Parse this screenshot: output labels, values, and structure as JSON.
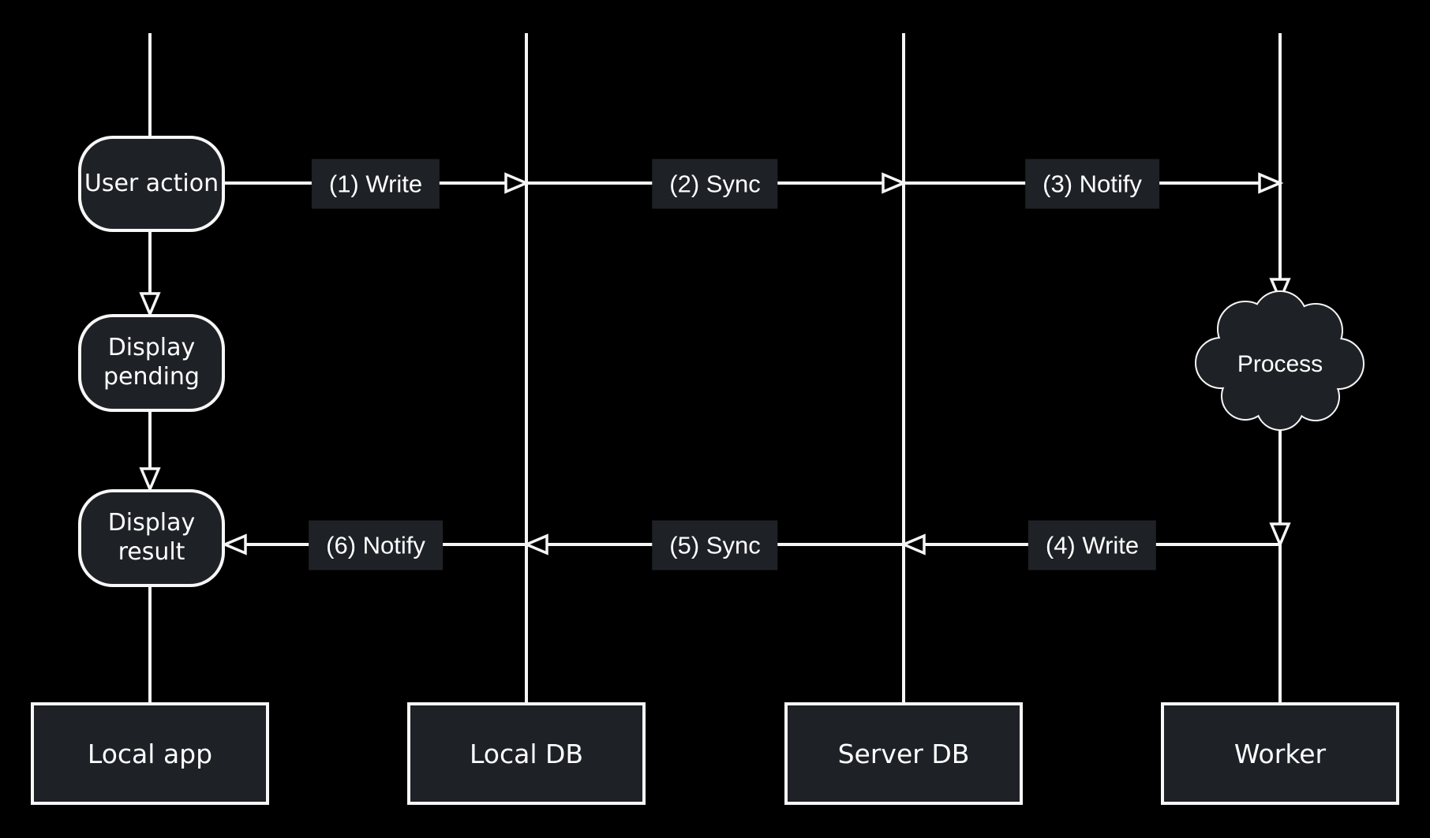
{
  "colors": {
    "background": "#000000",
    "node_fill": "#1e2126",
    "stroke": "#f5f5f5",
    "text": "#ffffff"
  },
  "lanes": [
    {
      "label": "Local app"
    },
    {
      "label": "Local DB"
    },
    {
      "label": "Server DB"
    },
    {
      "label": "Worker"
    }
  ],
  "nodes": [
    {
      "label": "User action"
    },
    {
      "label": "Display pending"
    },
    {
      "label": "Display result"
    }
  ],
  "process": {
    "label": "Process"
  },
  "edges": [
    {
      "label": "(1) Write"
    },
    {
      "label": "(2) Sync"
    },
    {
      "label": "(3) Notify"
    },
    {
      "label": "(4) Write"
    },
    {
      "label": "(5) Sync"
    },
    {
      "label": "(6) Notify"
    }
  ]
}
